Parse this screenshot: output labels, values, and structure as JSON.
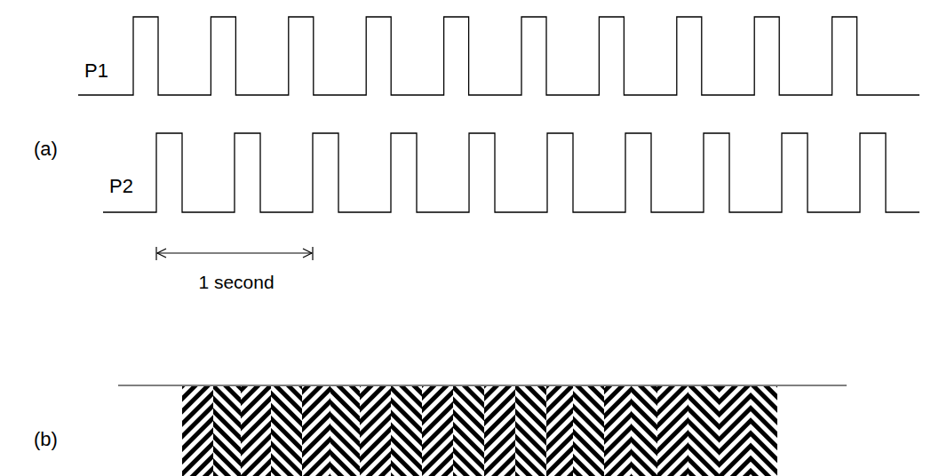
{
  "diagram": {
    "labels": [
      "P1",
      "(a)",
      "P2",
      "1 second",
      "(b)"
    ]
  }
}
